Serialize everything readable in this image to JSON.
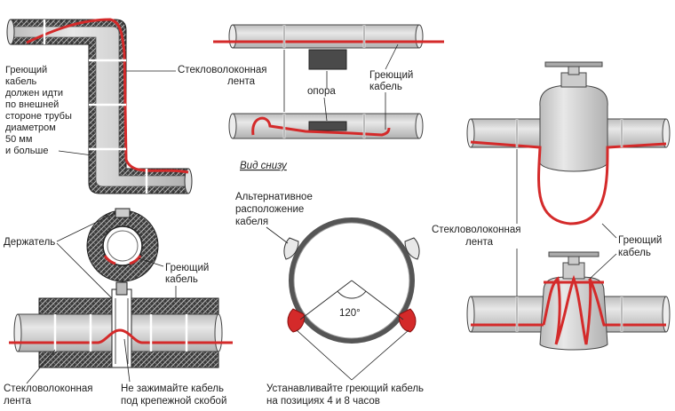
{
  "labels": {
    "tl_note": [
      "Греющий",
      "кабель",
      "должен идти",
      "по внешней",
      "стороне трубы",
      "диаметром",
      "50 мм",
      "и больше"
    ],
    "tape_top": [
      "Стекловолоконная",
      "лента"
    ],
    "support": "опора",
    "cable_top": [
      "Греющий",
      "кабель"
    ],
    "bottom_view": "Вид снизу",
    "holder": "Держатель",
    "cable_ring": [
      "Греющий",
      "кабель"
    ],
    "alt_position": [
      "Альтернативное",
      "расположение",
      "кабеля"
    ],
    "angle": "120°",
    "tape_valve": [
      "Стекловолоконная",
      "лента"
    ],
    "cable_valve": [
      "Греющий",
      "кабель"
    ],
    "tape_bottom": [
      "Стекловолоконная",
      "лента"
    ],
    "no_clamp": [
      "Не зажимайте кабель",
      "под крепежной скобой"
    ],
    "install_positions": [
      "Устанавливайте греющий кабель",
      "на позициях 4 и 8 часов"
    ]
  },
  "colors": {
    "cable": "#d42a2a",
    "pipe": "#d4d4d4",
    "pipe_edge": "#444444",
    "insulation": "#3a3a3a",
    "tape": "#ffffff"
  }
}
